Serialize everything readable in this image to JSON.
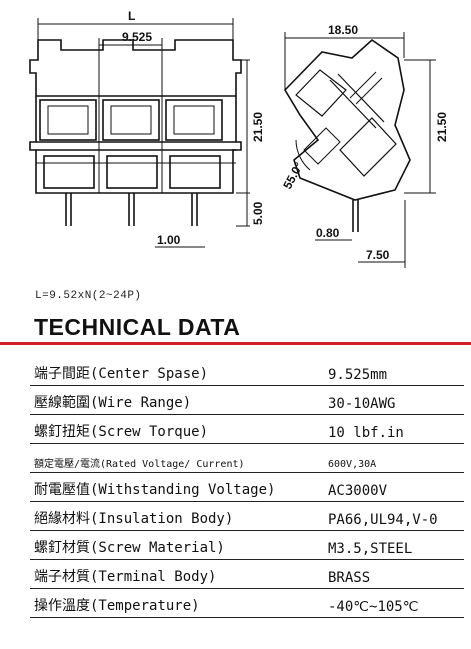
{
  "drawing": {
    "left_view": {
      "dim_length": "L",
      "dim_pitch": "9.525",
      "dim_height": "21.50",
      "dim_pin_length": "5.00",
      "dim_pin_width": "1.00"
    },
    "right_view": {
      "dim_depth": "18.50",
      "dim_height": "21.50",
      "dim_angle": "55.0°",
      "dim_pin_offset": "0.80",
      "dim_base": "7.50"
    }
  },
  "formula": "L=9.52xN(2~24P)",
  "title": "TECHNICAL DATA",
  "specs": [
    {
      "label": "端子間距(Center Spase)",
      "value": "9.525mm",
      "small": false
    },
    {
      "label": "壓線範圍(Wire Range)",
      "value": "30-10AWG",
      "small": false
    },
    {
      "label": "螺釘扭矩(Screw Torque)",
      "value": "10 lbf.in",
      "small": false
    },
    {
      "label": "額定電壓/電流(Rated Voltage/ Current)",
      "value": "600V,30A",
      "small": true
    },
    {
      "label": "耐電壓值(Withstanding Voltage)",
      "value": "AC3000V",
      "small": false
    },
    {
      "label": "絕緣材料(Insulation Body)",
      "value": "PA66,UL94,V-0",
      "small": false
    },
    {
      "label": "螺釘材質(Screw Material)",
      "value": "M3.5,STEEL",
      "small": false
    },
    {
      "label": "端子材質(Terminal Body)",
      "value": "BRASS",
      "small": false
    },
    {
      "label": "操作溫度(Temperature)",
      "value": "-40℃~105℃",
      "small": false
    }
  ]
}
